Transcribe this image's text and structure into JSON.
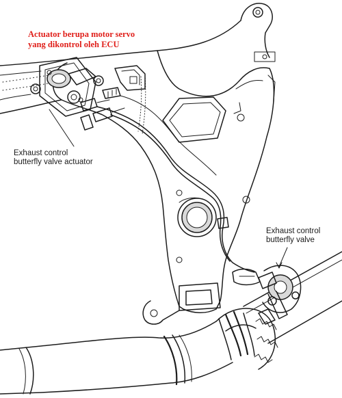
{
  "annotation": {
    "line1": "Actuator berupa motor servo",
    "line2": "yang dikontrol oleh ECU",
    "color": "#e0201b"
  },
  "labels": {
    "actuator": {
      "line1": "Exhaust control",
      "line2": "butterfly valve actuator"
    },
    "valve": {
      "line1": "Exhaust control",
      "line2": "butterfly valve"
    }
  }
}
